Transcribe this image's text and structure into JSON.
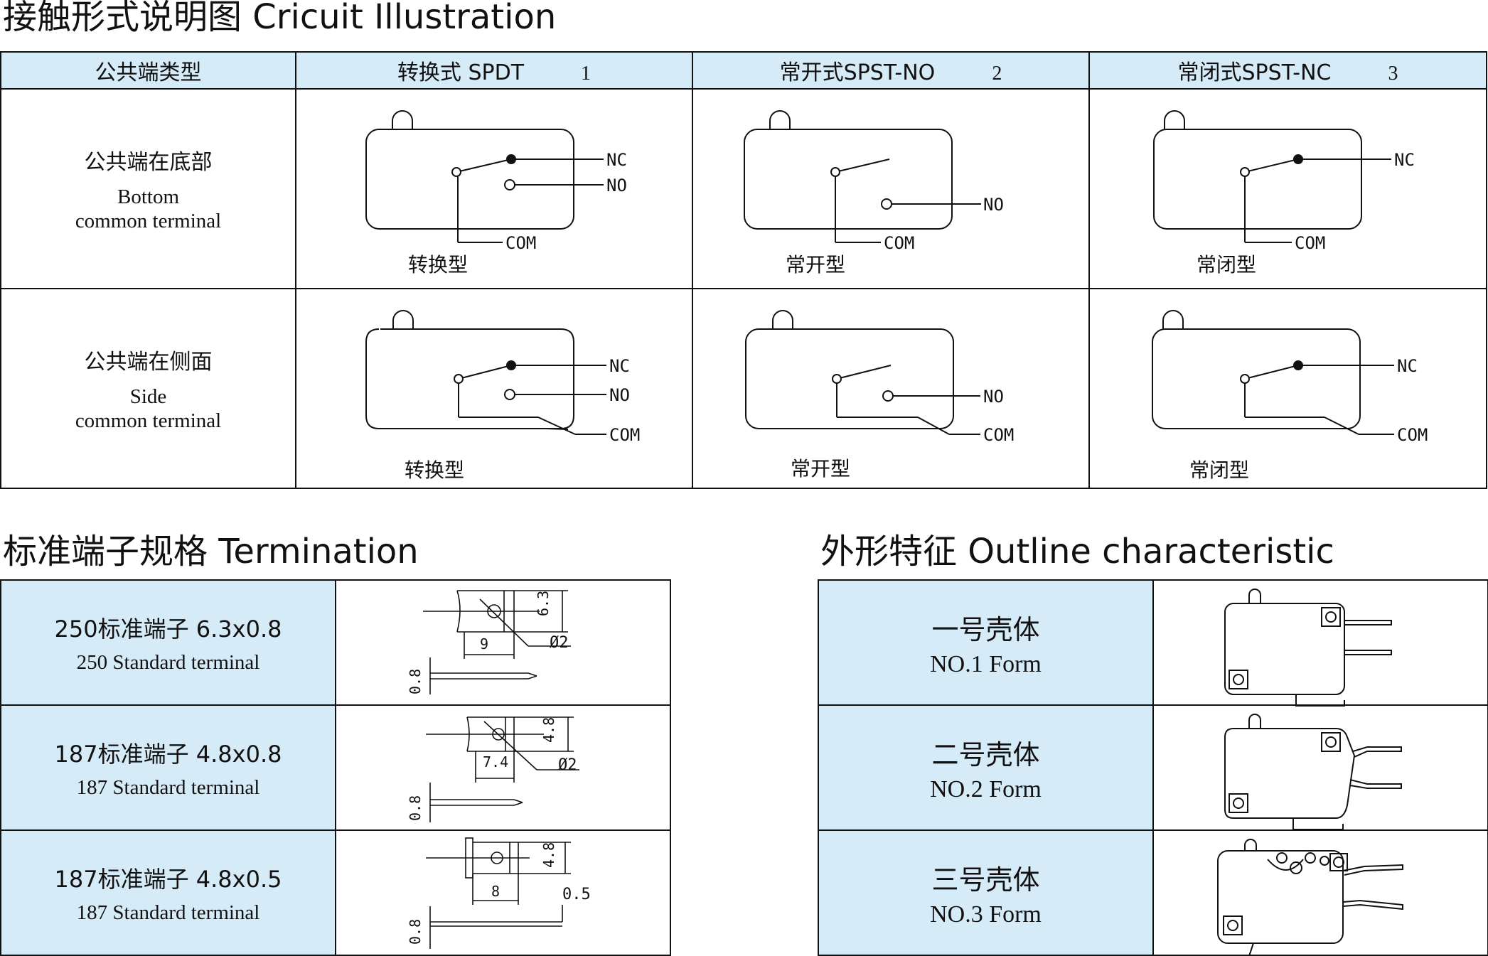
{
  "section1": {
    "title": "接触形式说明图  Cricuit Illustration",
    "header": {
      "col0": "公共端类型",
      "col1": "转换式 SPDT",
      "col1_num": "1",
      "col2": "常开式SPST-NO",
      "col2_num": "2",
      "col3": "常闭式SPST-NC",
      "col3_num": "3"
    },
    "rows": [
      {
        "cn": "公共端在底部",
        "en1": "Bottom",
        "en2": "common terminal"
      },
      {
        "cn": "公共端在侧面",
        "en1": "Side",
        "en2": "common terminal"
      }
    ],
    "diagram_labels": {
      "nc": "NC",
      "no": "NO",
      "com": "COM",
      "type_spdt": "转换型",
      "type_no": "常开型",
      "type_nc": "常闭型"
    }
  },
  "section2": {
    "title": "标准端子规格  Termination",
    "rows": [
      {
        "cn": "250标准端子 6.3x0.8",
        "en": "250 Standard terminal",
        "dims": {
          "width": "6.3",
          "length": "9",
          "hole": "Ø2",
          "thick": "0.8"
        }
      },
      {
        "cn": "187标准端子 4.8x0.8",
        "en": "187 Standard terminal",
        "dims": {
          "width": "4.8",
          "length": "7.4",
          "hole": "Ø2",
          "thick": "0.8"
        }
      },
      {
        "cn": "187标准端子  4.8x0.5",
        "en": "187 Standard terminal",
        "dims": {
          "width": "4.8",
          "length": "8",
          "tab": "0.5",
          "thick": "0.8"
        }
      }
    ]
  },
  "section3": {
    "title": "外形特征 Outline characteristic",
    "rows": [
      {
        "cn": "一号壳体",
        "en": "NO.1 Form"
      },
      {
        "cn": "二号壳体",
        "en": "NO.2 Form"
      },
      {
        "cn": "三号壳体",
        "en": "NO.3 Form"
      }
    ]
  }
}
